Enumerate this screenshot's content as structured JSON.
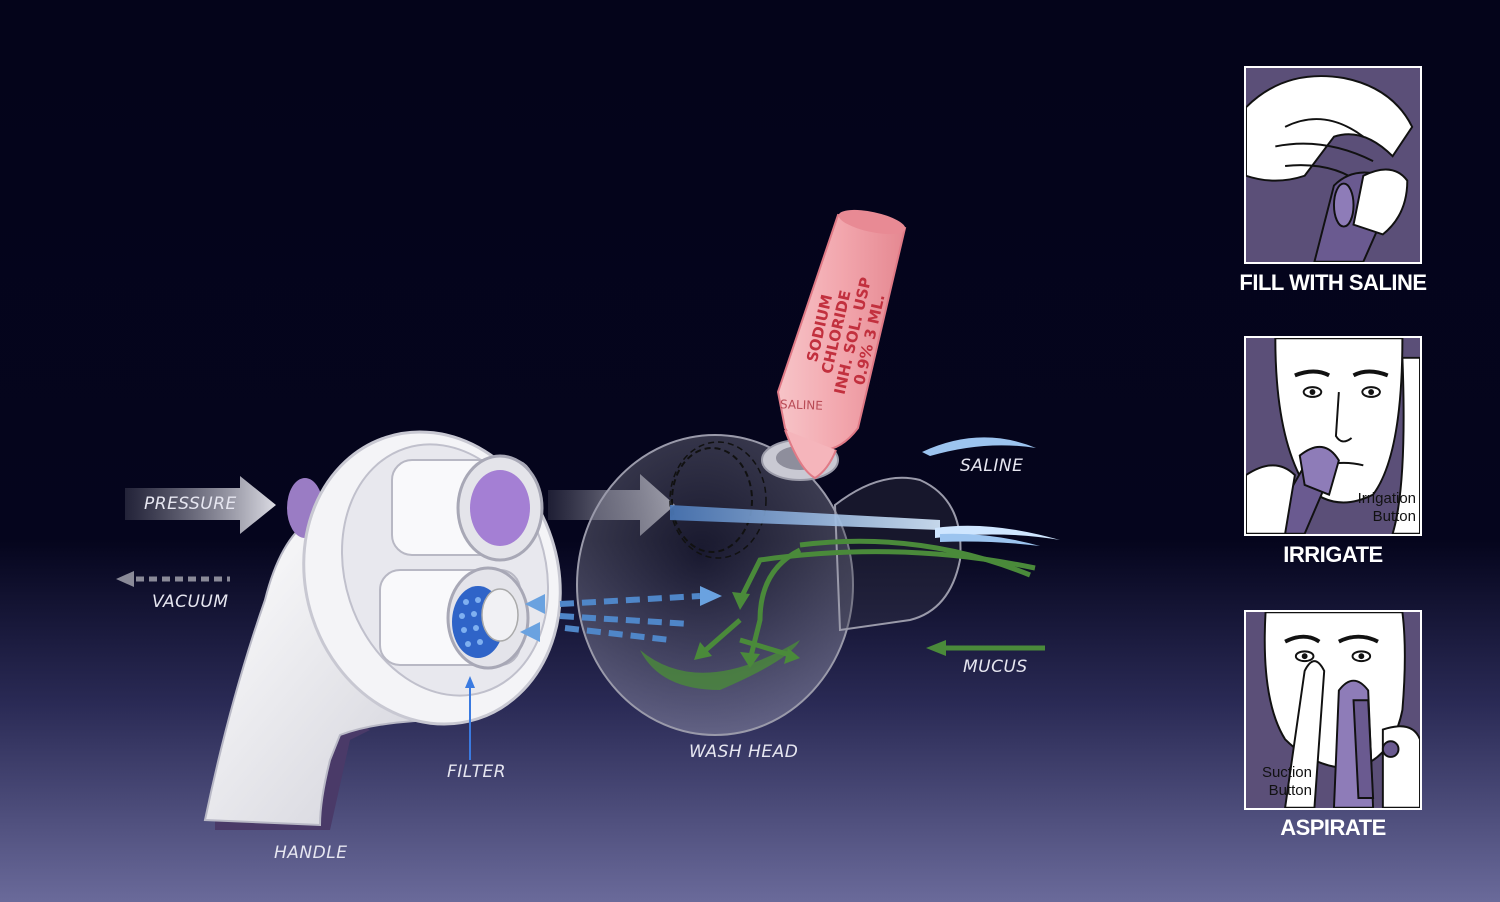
{
  "labels": {
    "pressure": "PRESSURE",
    "vacuum": "VACUUM",
    "filter": "FILTER",
    "handle": "HANDLE",
    "wash_head": "WASH HEAD",
    "saline": "SALINE",
    "mucus": "MUCUS"
  },
  "vial": {
    "label_line1": "SODIUM CHLORIDE",
    "label_line2": "INH. SOL. USP",
    "label_line3": "0.9% 3 ML.",
    "bottom_label": "SALINE"
  },
  "steps": [
    {
      "caption": "FILL WITH SALINE"
    },
    {
      "caption": "IRRIGATE",
      "button_label_line1": "Irrigation",
      "button_label_line2": "Button"
    },
    {
      "caption": "ASPIRATE",
      "button_label_line1": "Suction",
      "button_label_line2": "Button"
    }
  ],
  "colors": {
    "background_top": "#04041a",
    "background_bottom": "#6a6a9a",
    "saline_blue": "#7fb3e0",
    "mucus_green": "#4a8a3a",
    "vial_pink": "#f2a6ad",
    "panel_purple": "#5b4f78",
    "device_white": "#f2f2f5"
  }
}
